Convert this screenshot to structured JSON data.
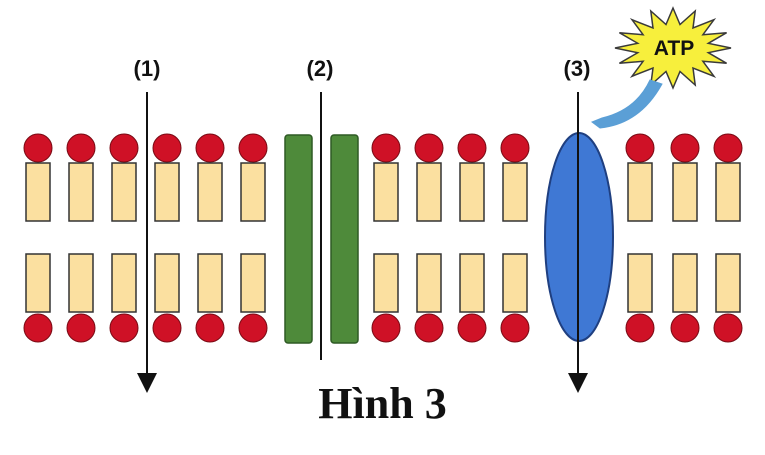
{
  "labels": {
    "path_1": "(1)",
    "path_2": "(2)",
    "path_3": "(3)",
    "atp": "ATP"
  },
  "caption": "Hình 3",
  "colors": {
    "phospholipid_head": "#cf1126",
    "phospholipid_tail": "#fbe0a0",
    "channel_protein": "#4e8a3a",
    "carrier_protein": "#3f78d4",
    "atp_burst": "#f7ef3c",
    "atp_arrow": "#5b9fd6"
  },
  "icons": {
    "atp_burst": "starburst-icon",
    "atp_arrow": "curved-arrow-icon"
  }
}
